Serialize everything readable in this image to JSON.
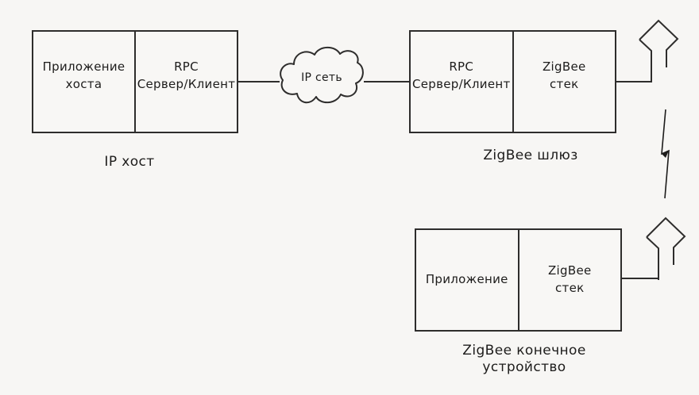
{
  "colors": {
    "background": "#f7f6f4",
    "line": "#2e2d2c",
    "text": "#1d1c1b"
  },
  "ip_host": {
    "cells": [
      {
        "lines": [
          "Приложение",
          "хоста"
        ]
      },
      {
        "lines": [
          "RPC",
          "Сервер/Клиент"
        ]
      }
    ],
    "caption": "IP хост"
  },
  "ip_network": {
    "label": "IP сеть"
  },
  "zigbee_gateway": {
    "cells": [
      {
        "lines": [
          "RPC",
          "Сервер/Клиент"
        ]
      },
      {
        "lines": [
          "ZigBee",
          "стек"
        ]
      }
    ],
    "caption": "ZigBee шлюз"
  },
  "zigbee_end_device": {
    "cells": [
      {
        "lines": [
          "Приложение"
        ]
      },
      {
        "lines": [
          "ZigBee",
          "стек"
        ]
      }
    ],
    "caption_lines": [
      "ZigBee конечное",
      "устройство"
    ]
  },
  "icons": {
    "cloud": "cloud-icon",
    "gateway_antenna": "antenna-icon",
    "end_device_antenna": "antenna-icon",
    "wireless_link": "lightning-bolt-icon"
  }
}
